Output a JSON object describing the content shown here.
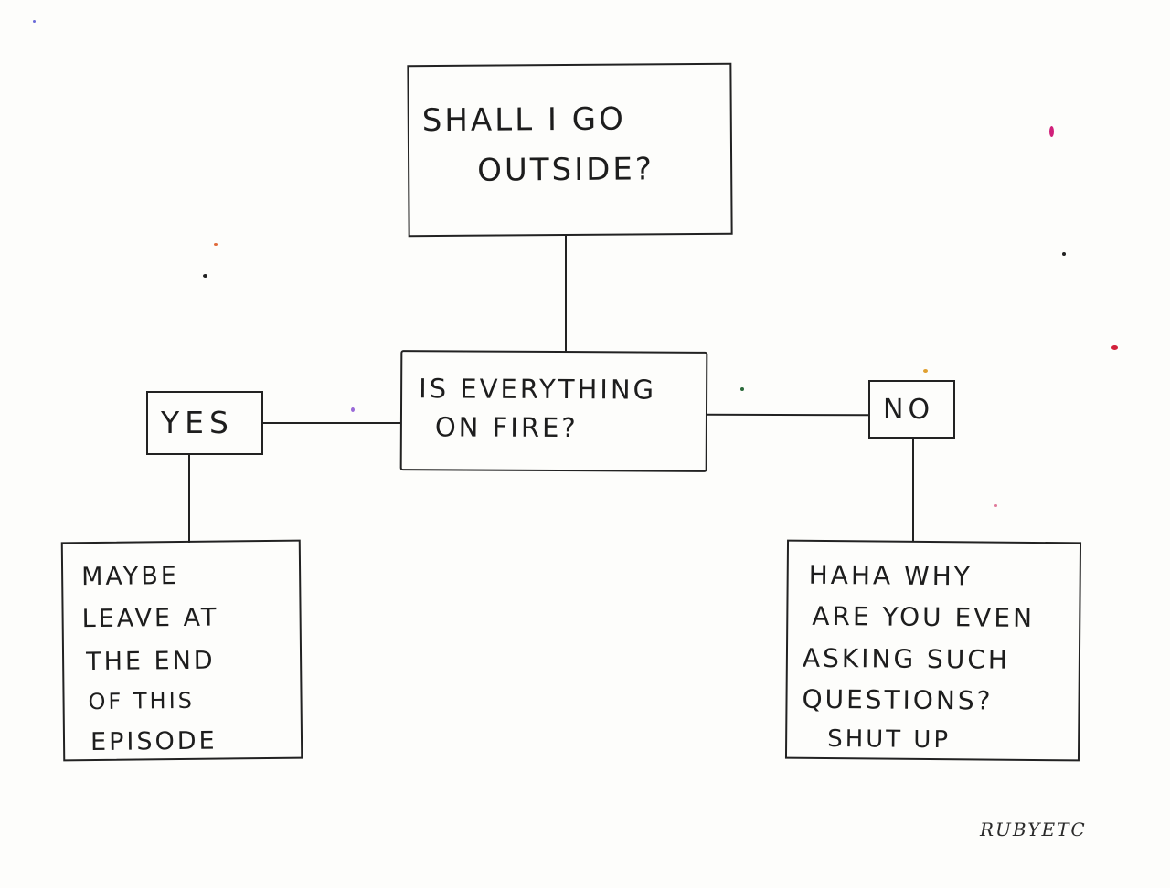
{
  "diagram": {
    "start": {
      "lines": [
        "SHALL I GO",
        "OUTSIDE?"
      ]
    },
    "question": {
      "lines": [
        "IS EVERYTHING",
        "ON FIRE?"
      ]
    },
    "yes": {
      "label": "YES"
    },
    "no": {
      "label": "NO"
    },
    "yes_result": {
      "lines": [
        "MAYBE",
        "LEAVE AT",
        "THE END",
        "OF THIS",
        "EPISODE"
      ]
    },
    "no_result": {
      "lines": [
        "HAHA WHY",
        "ARE YOU EVEN",
        "ASKING SUCH",
        "QUESTIONS?",
        "SHUT UP"
      ]
    }
  },
  "signature": "RUBYETC",
  "colors": {
    "ink": "#222222",
    "paper": "#fdfdfb"
  }
}
